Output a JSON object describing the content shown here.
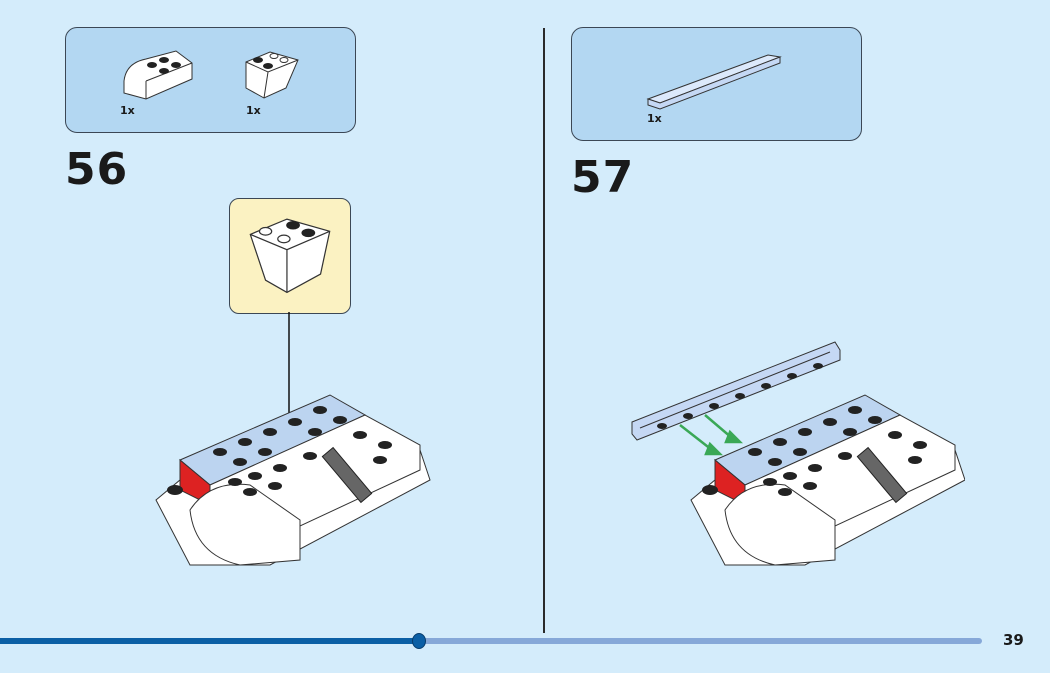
{
  "steps": [
    {
      "number": "56",
      "parts": [
        {
          "qty": "1x",
          "part": "curved-slope-brick-2x3"
        },
        {
          "qty": "1x",
          "part": "inverted-slope-brick-2x2"
        }
      ]
    },
    {
      "number": "57",
      "parts": [
        {
          "qty": "1x",
          "part": "tile-1x8"
        }
      ]
    }
  ],
  "footer": {
    "page_number": "39",
    "progress_percent": 42.7
  },
  "colors": {
    "background": "#d4ecfb",
    "parts_box": "#b3d7f2",
    "callout": "#fbf2c2",
    "progress_dark": "#0b5fa5",
    "progress_light": "#86a8d8"
  }
}
